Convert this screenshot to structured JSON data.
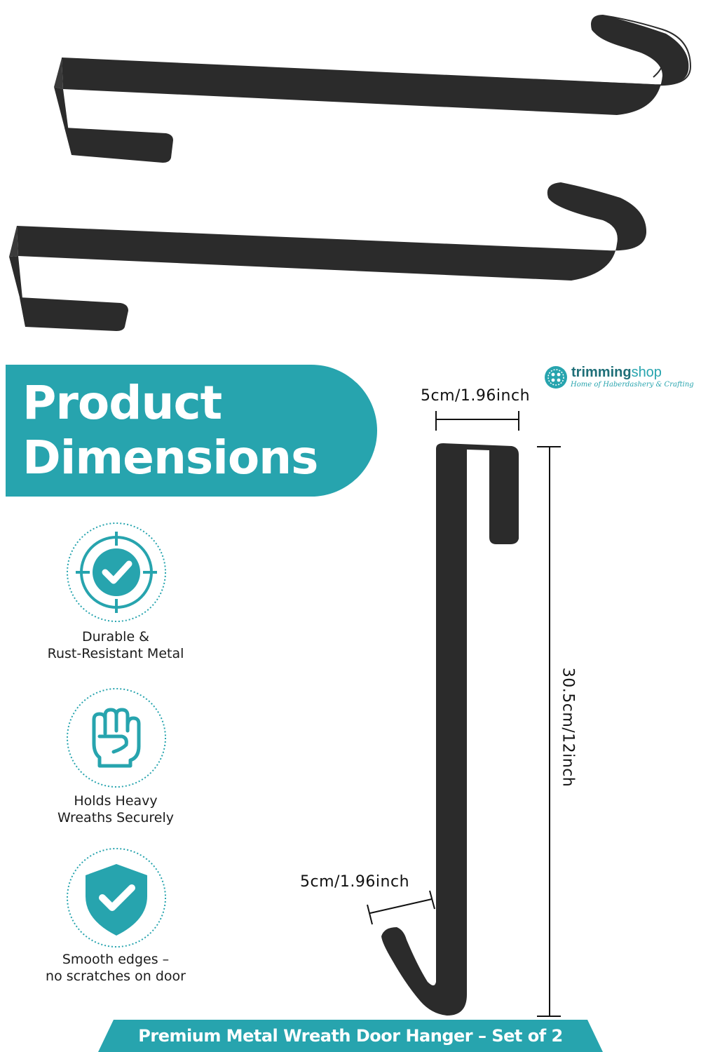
{
  "colors": {
    "accent": "#27a4ae",
    "metal": "#2b2b2b",
    "text": "#1c1c1c"
  },
  "brand": {
    "name_bold": "trimming",
    "name_light": "shop",
    "tagline": "Home of Haberdashery & Crafting",
    "icon": "button-logo-icon"
  },
  "banner": {
    "line1": "Product",
    "line2": "Dimensions"
  },
  "features": [
    {
      "icon": "target-check-icon",
      "line1": "Durable &",
      "line2": "Rust-Resistant Metal"
    },
    {
      "icon": "fist-icon",
      "line1": "Holds Heavy",
      "line2": "Wreaths Securely"
    },
    {
      "icon": "shield-check-icon",
      "line1": "Smooth edges –",
      "line2": "no scratches on door"
    }
  ],
  "dimensions": {
    "top_width": "5cm/1.96inch",
    "height": "30.5cm/12inch",
    "hook_width": "5cm/1.96inch"
  },
  "footer": {
    "text": "Premium Metal Wreath Door Hanger – Set of 2"
  }
}
